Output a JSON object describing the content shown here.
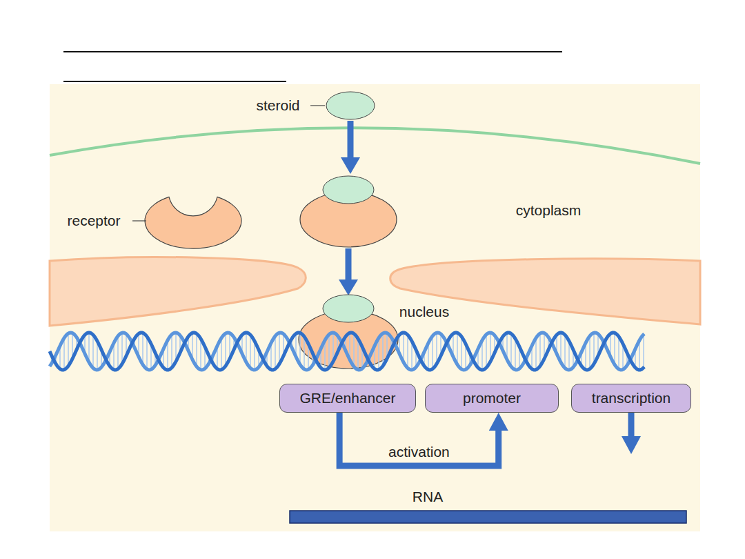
{
  "diagram": {
    "nodes": [
      {
        "text": [
          "GRE/enhancer"
        ]
      },
      {
        "text": [
          "promoter"
        ]
      },
      {
        "text": [
          "transcription"
        ]
      }
    ],
    "edges": [
      {
        "from": 0,
        "to": 1,
        "label": "activation",
        "arrow": "to"
      }
    ],
    "labels": [
      "steroid",
      "receptor",
      "cytoplasm",
      "nucleus",
      "RNA"
    ]
  }
}
